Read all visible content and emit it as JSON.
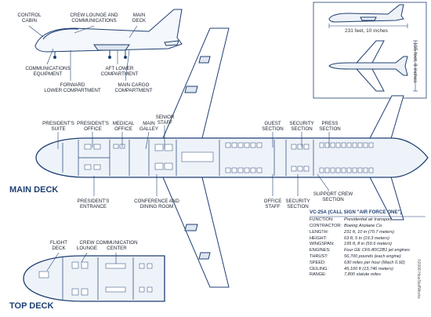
{
  "headings": {
    "main_deck": "MAIN DECK",
    "top_deck": "TOP DECK"
  },
  "side_view_labels": {
    "control_cabin": "CONTROL\nCABIN",
    "crew_lounge": "CREW LOUNGE AND\nCOMMUNICATIONS",
    "main_deck": "MAIN\nDECK",
    "communications_equipment": "COMMUNICATIONS\nEQUIPMENT",
    "aft_lower": "AFT LOWER\nCOMPARTMENT",
    "forward_lower": "FORWARD\nLOWER COMPARTMENT",
    "main_cargo": "MAIN CARGO\nCOMPARTMENT"
  },
  "main_deck_labels": {
    "senior_staff": "SENIOR\nSTAFF",
    "presidents_suite": "PRESIDENT'S\nSUITE",
    "presidents_office": "PRESIDENT'S\nOFFICE",
    "medical_office": "MEDICAL\nOFFICE",
    "main_galley": "MAIN\nGALLEY",
    "guest_section": "GUEST\nSECTION",
    "security_section_top": "SECURITY\nSECTION",
    "press_section": "PRESS\nSECTION",
    "presidents_entrance": "PRESIDENT'S\nENTRANCE",
    "conference_dining": "CONFERENCE AND\nDINING ROOM",
    "office_staff": "OFFICE\nSTAFF",
    "security_section_bottom": "SECURITY\nSECTION",
    "support_crew": "SUPPORT CREW\nSECTION"
  },
  "top_deck_labels": {
    "flight_deck": "FLIGHT\nDECK",
    "crew_lounge": "CREW\nLOUNGE",
    "communication_center": "COMMUNICATION\nCENTER"
  },
  "dimensions": {
    "length": "231 feet, 10 inches",
    "wingspan": "195 feet, 8 inches"
  },
  "specs": {
    "title": "VC-25A (CALL SIGN \"AIR FORCE ONE\")",
    "rows": [
      {
        "k": "FUNCTION:",
        "v": "Presidential air transport"
      },
      {
        "k": "CONTRACTOR:",
        "v": "Boeing Airplane Co."
      },
      {
        "k": "LENGTH:",
        "v": "231 ft, 10 in (70.7 meters)"
      },
      {
        "k": "HEIGHT:",
        "v": "63 ft, 5 in (19.3 meters)"
      },
      {
        "k": "WINGSPAN:",
        "v": "195 ft, 8 in (59.6 meters)"
      },
      {
        "k": "ENGINES:",
        "v": "Four GE CF6-80C2B1 jet engines"
      },
      {
        "k": "THRUST:",
        "v": "56,700 pounds (each engine)"
      },
      {
        "k": "SPEED:",
        "v": "630 miles per hour (Mach 0.92)"
      },
      {
        "k": "CEILING:",
        "v": "45,100 ft (13,746 meters)"
      },
      {
        "k": "RANGE:",
        "v": "7,800 statute miles"
      }
    ]
  },
  "copyright": "©2008 HowStuffWorks",
  "colors": {
    "line": "#1f3f73",
    "fill": "#eaf0f8",
    "text": "#1a2230",
    "heading": "#1f3f73"
  }
}
